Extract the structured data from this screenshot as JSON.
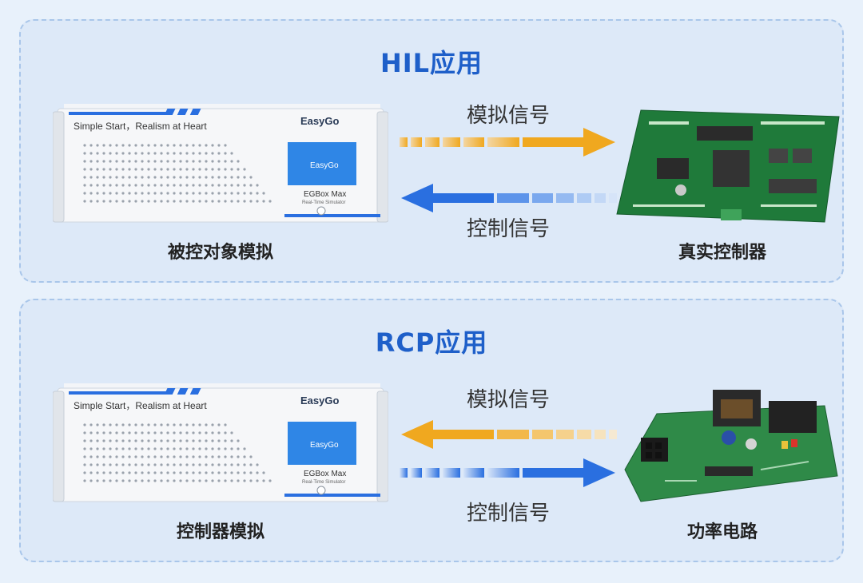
{
  "hil": {
    "title": "HIL应用",
    "device_label": "被控对象模拟",
    "board_label": "真实控制器",
    "top_signal": "模拟信号",
    "bottom_signal": "控制信号"
  },
  "rcp": {
    "title": "RCP应用",
    "device_label": "控制器模拟",
    "board_label": "功率电路",
    "top_signal": "模拟信号",
    "bottom_signal": "控制信号"
  },
  "device": {
    "slogan": "Simple Start，Realism at Heart",
    "brand": "EasyGo",
    "screen_brand": "EasyGo",
    "model": "EGBox Max",
    "subtitle": "Real-Time Simulator"
  },
  "colors": {
    "title_blue": "#1e5fc9",
    "orange": "#f0a81f",
    "blue": "#2a6fe0"
  }
}
